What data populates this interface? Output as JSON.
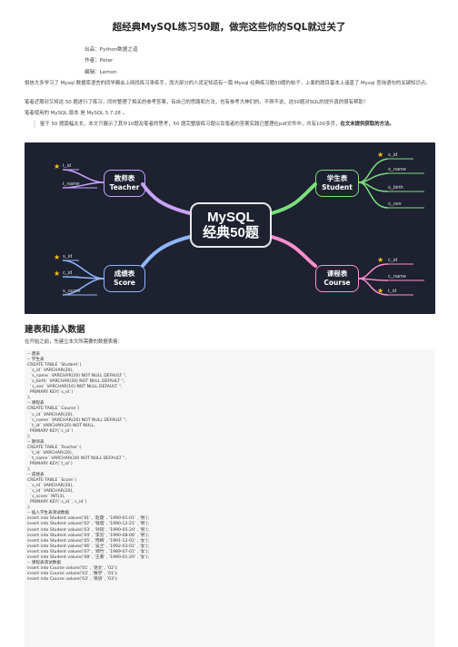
{
  "title": "超经典MySQL练习50题，做完这些你的SQL就过关了",
  "meta": {
    "source": "出品：Python数据之道",
    "author": "作者：Peter",
    "editor": "编辑：Lemon"
  },
  "paragraphs": [
    "相信大多学习了 Mysql 数据库语言的同学都会上网找练习来练手，而大部分的人肯定知道有一篇 Mysql 经典练习题50题的帖子，上面的题目基本上涵盖了 Mysql 查询语句的关键知识点。",
    "笔者近期对又将这 50 题进行了练习，同时整理了相关的参考答案，有自己的思路和方法，也有参考大神们的。不得不说，这50题对SQL的提升真的很有帮助！",
    "笔者使用的 MySQL 版本 是 MySQL 5.7.28 。"
  ],
  "quote": {
    "text": "鉴于 50 题篇幅太长，本文只展示了其中10题及笔者的思考，50 题完整版练习题以及笔者的答案实践已整理在pdf文件中，共有100多页，",
    "bold": "在文末提供获取的方法。"
  },
  "mindmap": {
    "center_line1": "MySQL",
    "center_line2": "经典50题",
    "nodes": {
      "teacher": {
        "cn": "教师表",
        "en": "Teacher",
        "fields": [
          "t_id",
          "t_name"
        ]
      },
      "student": {
        "cn": "学生表",
        "en": "Student",
        "fields": [
          "s_id",
          "s_name",
          "s_birth",
          "s_sex"
        ]
      },
      "score": {
        "cn": "成绩表",
        "en": "Score",
        "fields": [
          "s_id",
          "c_id",
          "s_score"
        ]
      },
      "course": {
        "cn": "课程表",
        "en": "Course",
        "fields": [
          "c_id",
          "c_name",
          "t_id"
        ]
      }
    },
    "colors": {
      "teacher": "#c9a3ff",
      "student": "#7be07b",
      "score": "#8fb6ff",
      "course": "#ff8fd1",
      "background": "#1d2130",
      "star": "#f5c518"
    }
  },
  "section_heading": "建表和插入数据",
  "section_intro": "在开始之前，先建立本文所需要的数据表格：",
  "code_lines": [
    "-- 建表",
    "-- 学生表",
    "CREATE TABLE `Student`(",
    "  `s_id` VARCHAR(20),",
    "  `s_name` VARCHAR(20) NOT NULL DEFAULT '',",
    "  `s_birth` VARCHAR(20) NOT NULL DEFAULT '',",
    "  `s_sex` VARCHAR(10) NOT NULL DEFAULT '',",
    "  PRIMARY KEY(`s_id`)",
    ");",
    "-- 课程表",
    "CREATE TABLE `Course`(",
    "  `c_id` VARCHAR(20),",
    "  `c_name` VARCHAR(20) NOT NULL DEFAULT '',",
    "  `t_id` VARCHAR(20) NOT NULL,",
    "  PRIMARY KEY(`c_id`)",
    ");",
    "-- 教师表",
    "CREATE TABLE `Teacher`(",
    "  `t_id` VARCHAR(20),",
    "  `t_name` VARCHAR(20) NOT NULL DEFAULT '',",
    "  PRIMARY KEY(`t_id`)",
    ");",
    "-- 成绩表",
    "CREATE TABLE `Score`(",
    "  `s_id` VARCHAR(20),",
    "  `c_id` VARCHAR(20),",
    "  `s_score` INT(3),",
    "  PRIMARY KEY(`s_id`,`c_id`)",
    ");",
    "",
    "-- 插入学生表测试数据",
    "insert into Student values('01' , '赵雷' , '1990-01-01' , '男');",
    "insert into Student values('02' , '钱电' , '1990-12-21' , '男');",
    "insert into Student values('03' , '孙风' , '1990-05-20' , '男');",
    "insert into Student values('04' , '李云' , '1990-08-06' , '男');",
    "insert into Student values('05' , '周梅' , '1991-12-01' , '女');",
    "insert into Student values('06' , '吴兰' , '1992-03-01' , '女');",
    "insert into Student values('07' , '郑竹' , '1989-07-01' , '女');",
    "insert into Student values('08' , '王菊' , '1990-01-20' , '女');",
    "-- 课程表测试数据",
    "insert into Course values('01' , '语文' , '02');",
    "insert into Course values('02' , '数学' , '01');",
    "insert into Course values('03' , '英语' , '03');"
  ]
}
